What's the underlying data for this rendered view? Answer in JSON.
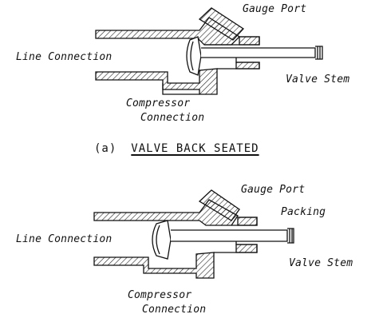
{
  "top": {
    "gauge_port": "Gauge Port",
    "line_connection": "Line Connection",
    "valve_stem": "Valve Stem",
    "compressor_line1": "Compressor",
    "compressor_line2": "Connection"
  },
  "caption": {
    "letter": "(a)",
    "title": "VALVE BACK SEATED"
  },
  "bottom": {
    "gauge_port": "Gauge Port",
    "packing": "Packing",
    "line_connection": "Line Connection",
    "valve_stem": "Valve Stem",
    "compressor_line1": "Compressor",
    "compressor_line2": "Connection"
  }
}
